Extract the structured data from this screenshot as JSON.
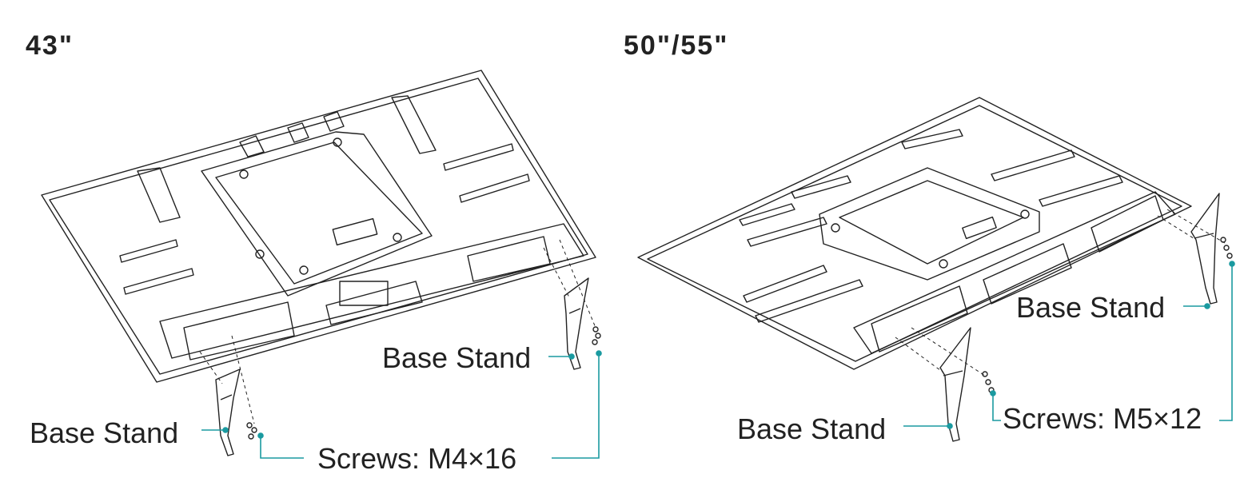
{
  "diagram": {
    "left": {
      "heading": "43\"",
      "labels": {
        "base_stand_right": "Base Stand",
        "base_stand_left": "Base Stand",
        "screws": "Screws: M4×16"
      }
    },
    "right": {
      "heading": "50\"/55\"",
      "labels": {
        "base_stand_right": "Base Stand",
        "base_stand_left": "Base Stand",
        "screws": "Screws: M5×12"
      }
    },
    "colors": {
      "leader_line": "#1a9aa0",
      "drawing_line": "#222222",
      "background": "#ffffff"
    }
  }
}
